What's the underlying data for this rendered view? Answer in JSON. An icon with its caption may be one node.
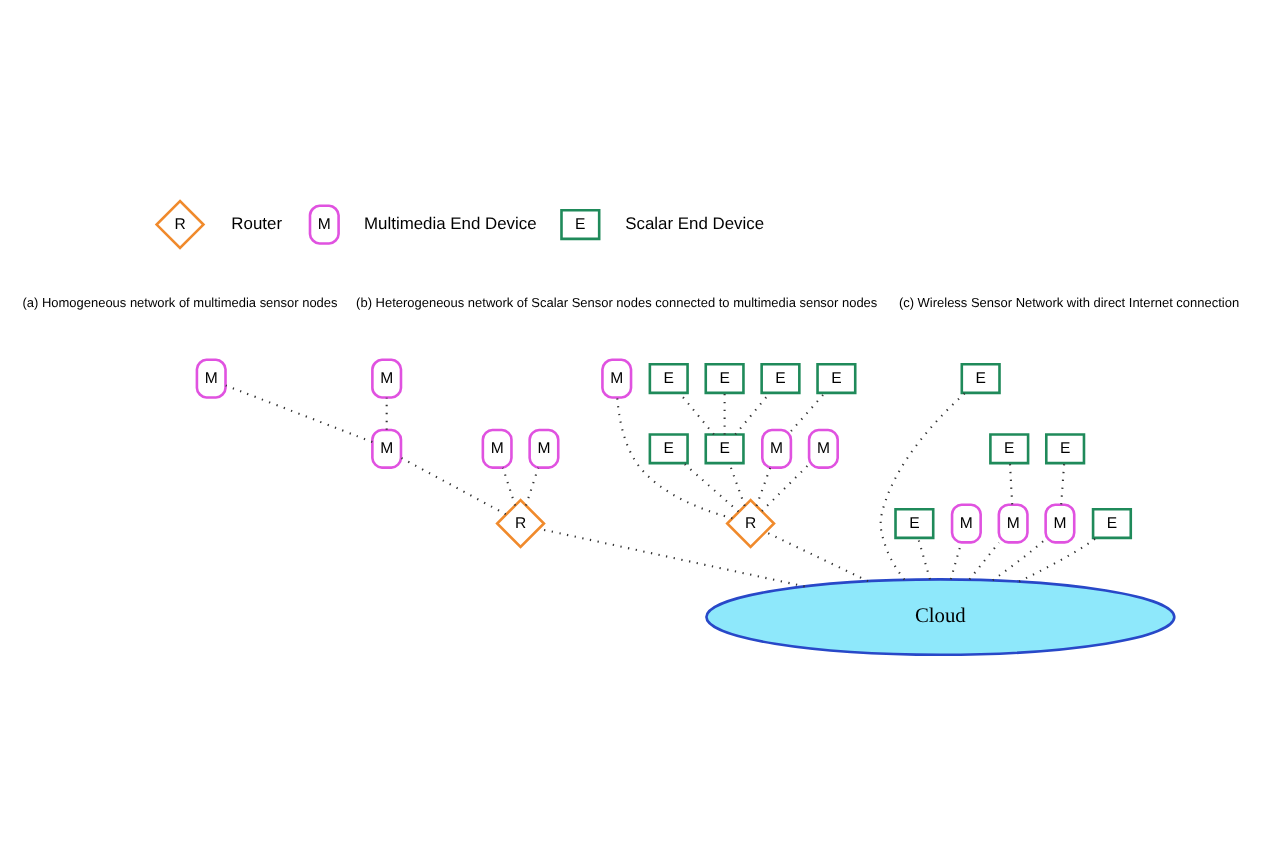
{
  "diagram": {
    "nodes": [
      {
        "text": [
          "R"
        ],
        "beside": [
          "Router"
        ]
      },
      {
        "text": [
          "M"
        ],
        "beside": [
          "Multimedia End Device"
        ]
      },
      {
        "text": [
          "E"
        ],
        "beside": [
          "Scalar End Device"
        ]
      },
      {
        "text": [
          "Cloud"
        ]
      },
      {
        "text": [
          "R"
        ]
      },
      {
        "text": [
          "M"
        ]
      },
      {
        "text": [
          "M"
        ]
      },
      {
        "text": [
          "M"
        ]
      },
      {
        "text": [
          "M"
        ]
      },
      {
        "text": [
          "M"
        ]
      },
      {
        "text": [
          "E"
        ]
      },
      {
        "text": [
          "E"
        ]
      },
      {
        "text": [
          "M"
        ]
      },
      {
        "text": [
          "E"
        ]
      },
      {
        "text": [
          "E"
        ]
      },
      {
        "text": [
          "E"
        ]
      },
      {
        "text": [
          "E"
        ]
      },
      {
        "text": [
          "M"
        ]
      },
      {
        "text": [
          "M"
        ]
      },
      {
        "text": [
          "R"
        ]
      },
      {
        "text": [
          "E"
        ]
      },
      {
        "text": [
          "E"
        ]
      },
      {
        "text": [
          "E"
        ]
      },
      {
        "text": [
          "M"
        ]
      },
      {
        "text": [
          "M"
        ]
      },
      {
        "text": [
          "E"
        ]
      },
      {
        "text": [
          "M"
        ]
      },
      {
        "text": [
          "E"
        ]
      }
    ],
    "edges": [
      {
        "from": 3,
        "to": 4,
        "arrow": "none"
      },
      {
        "from": 4,
        "to": 8,
        "arrow": "none"
      },
      {
        "from": 4,
        "to": 7,
        "arrow": "none"
      },
      {
        "from": 4,
        "to": 9,
        "arrow": "none"
      },
      {
        "from": 7,
        "to": 5,
        "arrow": "none"
      },
      {
        "from": 7,
        "to": 6,
        "arrow": "none"
      },
      {
        "from": 3,
        "to": 19,
        "arrow": "none"
      },
      {
        "from": 19,
        "to": 18,
        "arrow": "none"
      },
      {
        "from": 19,
        "to": 16,
        "arrow": "none"
      },
      {
        "from": 19,
        "to": 14,
        "arrow": "none"
      },
      {
        "from": 19,
        "to": 12,
        "arrow": "none"
      },
      {
        "from": 19,
        "to": 17,
        "arrow": "none"
      },
      {
        "from": 16,
        "to": 13,
        "arrow": "none"
      },
      {
        "from": 16,
        "to": 10,
        "arrow": "none"
      },
      {
        "from": 16,
        "to": 11,
        "arrow": "none"
      },
      {
        "from": 17,
        "to": 15,
        "arrow": "none"
      },
      {
        "from": 3,
        "to": 24,
        "arrow": "none"
      },
      {
        "from": 24,
        "to": 20,
        "arrow": "none"
      },
      {
        "from": 3,
        "to": 21,
        "arrow": "none"
      },
      {
        "from": 3,
        "to": 22,
        "arrow": "none"
      },
      {
        "from": 3,
        "to": 23,
        "arrow": "none"
      },
      {
        "from": 3,
        "to": 27,
        "arrow": "none"
      },
      {
        "from": 3,
        "to": 26,
        "arrow": "none"
      },
      {
        "from": 26,
        "to": 25,
        "arrow": "none"
      }
    ],
    "labels": [
      "(a) Homogeneous network of multimedia sensor nodes",
      "(b) Heterogeneous network of Scalar Sensor nodes connected to multimedia sensor nodes",
      "(c) Wireless Sensor Network with direct Internet connection"
    ]
  }
}
